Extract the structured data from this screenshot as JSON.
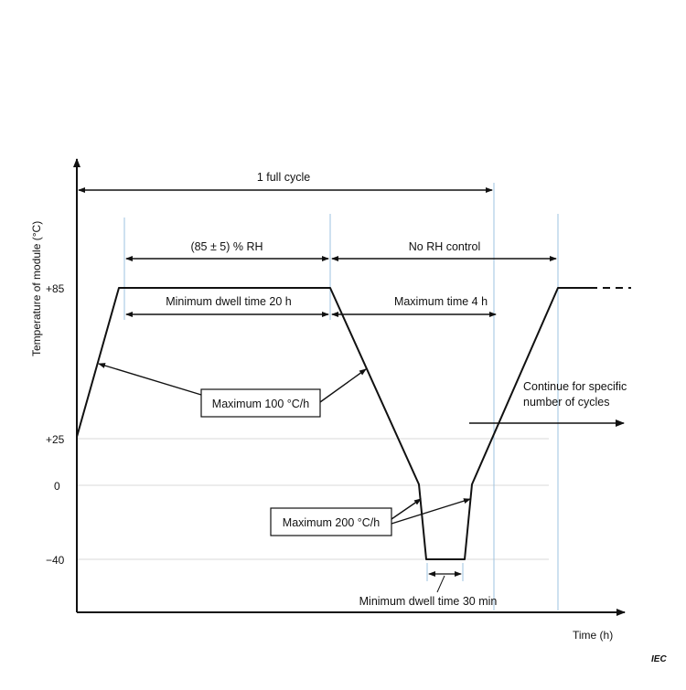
{
  "diagram": {
    "y_axis_label": "Temperature of module   (°C)",
    "x_axis_label": "Time   (h)",
    "y_ticks": [
      "+85",
      "+25",
      "0",
      "−40"
    ],
    "full_cycle_label": "1 full cycle",
    "rh_label": "(85 ± 5) % RH",
    "no_rh_label": "No RH control",
    "min_dwell_20h": "Minimum dwell time 20 h",
    "max_time_4h": "Maximum time 4 h",
    "max_rate_100": "Maximum 100 °C/h",
    "max_rate_200": "Maximum 200 °C/h",
    "continue_line1": "Continue for specific",
    "continue_line2": "number of cycles",
    "min_dwell_30min": "Minimum dwell time 30 min",
    "iec_mark": "IEC",
    "colors": {
      "line": "#111111",
      "guide_blue": "#9ec3e0",
      "grid": "#d8d8d8"
    }
  }
}
